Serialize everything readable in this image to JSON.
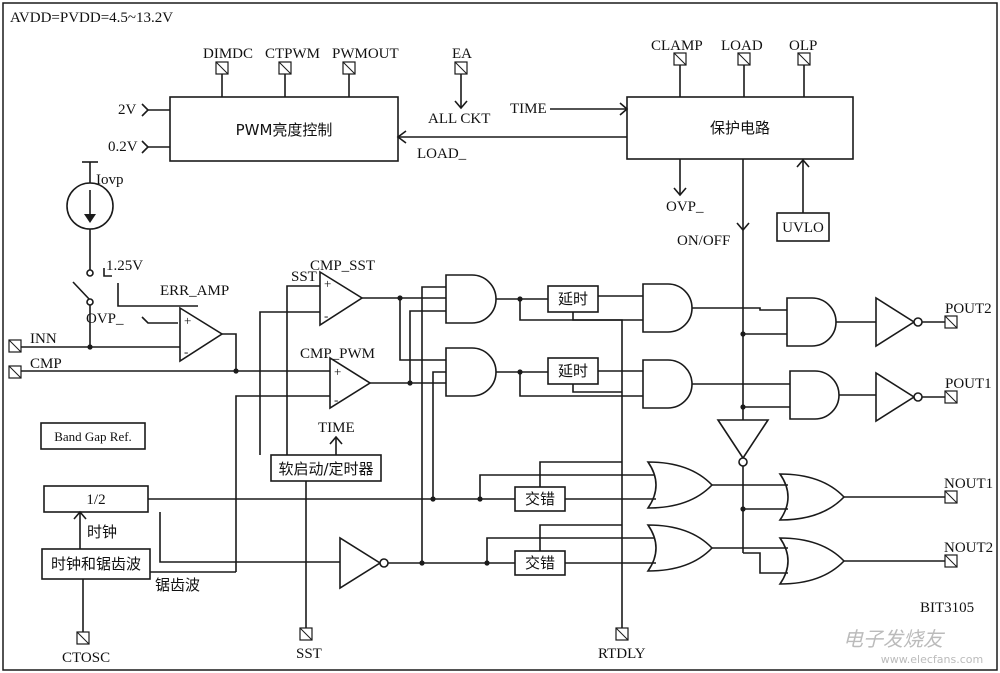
{
  "title": "AVDD=PVDD=4.5~13.2V",
  "blocks": {
    "pwm": "PWM亮度控制",
    "protect": "保护电路",
    "uvlo": "UVLO",
    "bandgap": "Band Gap Ref.",
    "divider": "1/2",
    "clock": "时钟和锯齿波",
    "softstart": "软启动/定时器",
    "delay": "延时",
    "interleave": "交错"
  },
  "signals": {
    "dimdc": "DIMDC",
    "ctpwm": "CTPWM",
    "pwmout": "PWMOUT",
    "ea": "EA",
    "clamp": "CLAMP",
    "load": "LOAD",
    "olp": "OLP",
    "v2": "2V",
    "v02": "0.2V",
    "allckt": "ALL CKT",
    "time": "TIME",
    "load_": "LOAD_",
    "ovp_top": "OVP_",
    "onoff": "ON/OFF",
    "iovp": "Iovp",
    "v125": "1.25V",
    "err_amp": "ERR_AMP",
    "ovp_mid": "OVP_",
    "inn": "INN",
    "cmp": "CMP",
    "sst_lbl": "SST",
    "cmp_sst": "CMP_SST",
    "cmp_pwm": "CMP_PWM",
    "time2": "TIME",
    "clock_lbl": "时钟",
    "saw_lbl": "锯齿波",
    "ctosc": "CTOSC",
    "sst_pin": "SST",
    "rtdly": "RTDLY",
    "pout2": "POUT2",
    "pout1": "POUT1",
    "nout1": "NOUT1",
    "nout2": "NOUT2",
    "chip": "BIT3105",
    "plus": "+",
    "minus": "-"
  },
  "watermark": {
    "main": "电子发烧友",
    "url": "www.elecfans.com"
  }
}
